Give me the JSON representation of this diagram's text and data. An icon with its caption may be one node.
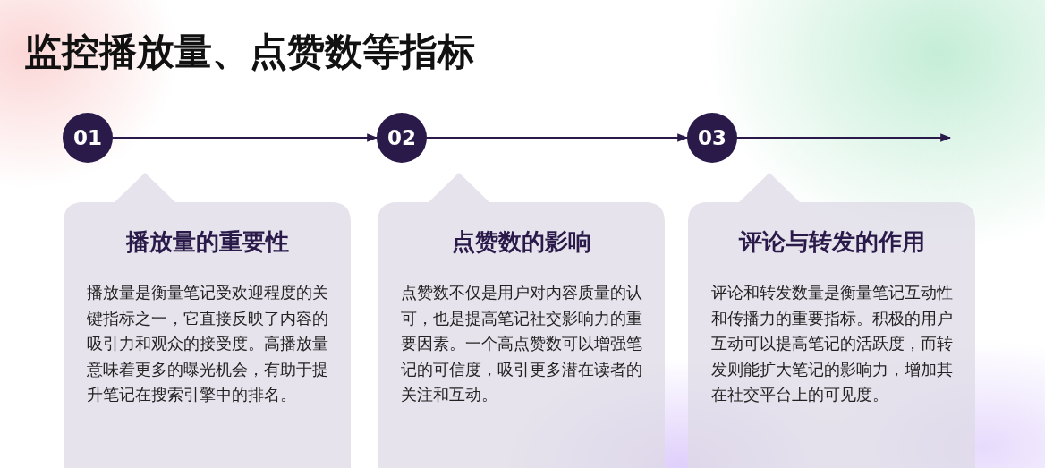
{
  "diagram": {
    "title": "监控播放量、点赞数等指标",
    "nodes": [
      {
        "text": [
          "01"
        ]
      },
      {
        "text": [
          "播放量的重要性",
          "播放量是衡量笔记受欢迎程度的关键指标之一，它直接反映了内容的吸引力和观众的接受度。高播放量意味着更多的曝光机会，有助于提升笔记在搜索引擎中的排名。"
        ]
      },
      {
        "text": [
          "02"
        ]
      },
      {
        "text": [
          "点赞数的影响",
          "点赞数不仅是用户对内容质量的认可，也是提高笔记社交影响力的重要因素。一个高点赞数可以增强笔记的可信度，吸引更多潜在读者的关注和互动。"
        ]
      },
      {
        "text": [
          "03"
        ]
      },
      {
        "text": [
          "评论与转发的作用",
          "评论和转发数量是衡量笔记互动性和传播力的重要指标。积极的用户互动可以提高笔记的活跃度，而转发则能扩大笔记的影响力，增加其在社交平台上的可见度。"
        ]
      }
    ],
    "edges": [
      {
        "from": 0,
        "to": 2,
        "arrow": "to"
      },
      {
        "from": 2,
        "to": 4,
        "arrow": "to"
      },
      {
        "from": 4,
        "to": null,
        "arrow": "to"
      }
    ]
  }
}
